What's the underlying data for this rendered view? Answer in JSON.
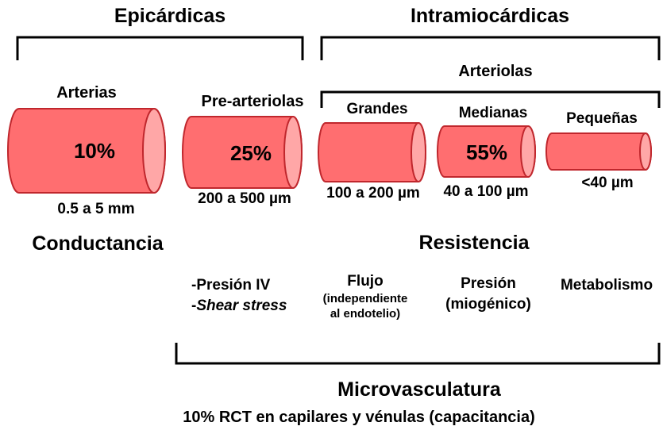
{
  "headers": {
    "epicardicas": "Epicárdicas",
    "intramiocardicas": "Intramiocárdicas",
    "arteriolas": "Arteriolas"
  },
  "vessels": {
    "arterias": {
      "label": "Arterias",
      "percent": "10%",
      "size": "0.5 a 5 mm"
    },
    "prearteriolas": {
      "label": "Pre-arteriolas",
      "percent": "25%",
      "size": "200 a 500 µm"
    },
    "grandes": {
      "label": "Grandes",
      "size": "100 a 200 µm"
    },
    "medianas": {
      "label": "Medianas",
      "percent": "55%",
      "size": "40 a 100 µm"
    },
    "pequenas": {
      "label": "Pequeñas",
      "size": "<40 µm"
    }
  },
  "roles": {
    "conductancia": "Conductancia",
    "resistencia": "Resistencia"
  },
  "mechanisms": {
    "presion_iv": "-Presión IV",
    "shear_stress": "-Shear stress",
    "flujo": "Flujo",
    "flujo_note_1": "(independiente",
    "flujo_note_2": "al  endotelio)",
    "presion": "Presión",
    "presion_note": "(miogénico)",
    "metabolismo": "Metabolismo"
  },
  "footer": {
    "microvasculatura": "Microvasculatura",
    "rct": "10% RCT en capilares y vénulas (capacitancia)"
  },
  "colors": {
    "vessel_fill": "#ff6e70",
    "vessel_end": "#ffa7a7",
    "vessel_stroke": "#c0272d",
    "bracket": "#000000"
  }
}
